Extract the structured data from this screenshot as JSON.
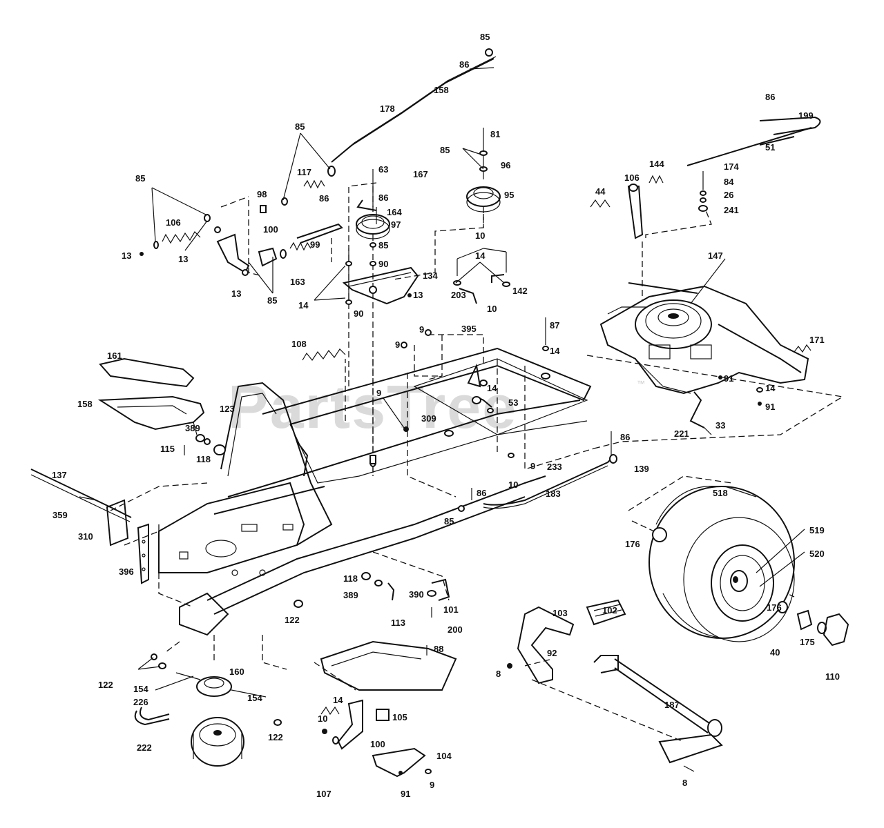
{
  "watermark": {
    "text": "PartsTree",
    "trademark": "™"
  },
  "callouts": [
    {
      "id": "c-85-a",
      "text": "85"
    },
    {
      "id": "c-86-a",
      "text": "86"
    },
    {
      "id": "c-158",
      "text": "158"
    },
    {
      "id": "c-178",
      "text": "178"
    },
    {
      "id": "c-85-b",
      "text": "85"
    },
    {
      "id": "c-117",
      "text": "117"
    },
    {
      "id": "c-85-c",
      "text": "85"
    },
    {
      "id": "c-106-a",
      "text": "106"
    },
    {
      "id": "c-13-a",
      "text": "13"
    },
    {
      "id": "c-13-b",
      "text": "13"
    },
    {
      "id": "c-98",
      "text": "98"
    },
    {
      "id": "c-100-a",
      "text": "100"
    },
    {
      "id": "c-85-d",
      "text": "85"
    },
    {
      "id": "c-13-c",
      "text": "13"
    },
    {
      "id": "c-163",
      "text": "163"
    },
    {
      "id": "c-86-b",
      "text": "86"
    },
    {
      "id": "c-99",
      "text": "99"
    },
    {
      "id": "c-63",
      "text": "63"
    },
    {
      "id": "c-167",
      "text": "167"
    },
    {
      "id": "c-86-c",
      "text": "86"
    },
    {
      "id": "c-164",
      "text": "164"
    },
    {
      "id": "c-97",
      "text": "97"
    },
    {
      "id": "c-85-e",
      "text": "85"
    },
    {
      "id": "c-90-a",
      "text": "90"
    },
    {
      "id": "c-134",
      "text": "134"
    },
    {
      "id": "c-13-d",
      "text": "13"
    },
    {
      "id": "c-90-b",
      "text": "90"
    },
    {
      "id": "c-14-a",
      "text": "14"
    },
    {
      "id": "c-81",
      "text": "81"
    },
    {
      "id": "c-85-f",
      "text": "85"
    },
    {
      "id": "c-96",
      "text": "96"
    },
    {
      "id": "c-95",
      "text": "95"
    },
    {
      "id": "c-10-a",
      "text": "10"
    },
    {
      "id": "c-14-b",
      "text": "14"
    },
    {
      "id": "c-142",
      "text": "142"
    },
    {
      "id": "c-203",
      "text": "203"
    },
    {
      "id": "c-86-d",
      "text": "86"
    },
    {
      "id": "c-199",
      "text": "199"
    },
    {
      "id": "c-51",
      "text": "51"
    },
    {
      "id": "c-144",
      "text": "144"
    },
    {
      "id": "c-174",
      "text": "174"
    },
    {
      "id": "c-84",
      "text": "84"
    },
    {
      "id": "c-26",
      "text": "26"
    },
    {
      "id": "c-241",
      "text": "241"
    },
    {
      "id": "c-44",
      "text": "44"
    },
    {
      "id": "c-106-b",
      "text": "106"
    },
    {
      "id": "c-147",
      "text": "147"
    },
    {
      "id": "c-171",
      "text": "171"
    },
    {
      "id": "c-108",
      "text": "108"
    },
    {
      "id": "c-9-a",
      "text": "9"
    },
    {
      "id": "c-9-b",
      "text": "9"
    },
    {
      "id": "c-395-a",
      "text": "395"
    },
    {
      "id": "c-10-b",
      "text": "10"
    },
    {
      "id": "c-87",
      "text": "87"
    },
    {
      "id": "c-14-c",
      "text": "14"
    },
    {
      "id": "c-14-d",
      "text": "14"
    },
    {
      "id": "c-53",
      "text": "53"
    },
    {
      "id": "c-91-a",
      "text": "91"
    },
    {
      "id": "c-14-e",
      "text": "14"
    },
    {
      "id": "c-91-b",
      "text": "91"
    },
    {
      "id": "c-161",
      "text": "161"
    },
    {
      "id": "c-158-b",
      "text": "158"
    },
    {
      "id": "c-123",
      "text": "123"
    },
    {
      "id": "c-389-a",
      "text": "389"
    },
    {
      "id": "c-115",
      "text": "115"
    },
    {
      "id": "c-118-a",
      "text": "118"
    },
    {
      "id": "c-9-c",
      "text": "9"
    },
    {
      "id": "c-309",
      "text": "309"
    },
    {
      "id": "c-221",
      "text": "221"
    },
    {
      "id": "c-33",
      "text": "33"
    },
    {
      "id": "c-86-e",
      "text": "86"
    },
    {
      "id": "c-139",
      "text": "139"
    },
    {
      "id": "c-9-d",
      "text": "9"
    },
    {
      "id": "c-233",
      "text": "233"
    },
    {
      "id": "c-10-c",
      "text": "10"
    },
    {
      "id": "c-183",
      "text": "183"
    },
    {
      "id": "c-137",
      "text": "137"
    },
    {
      "id": "c-359",
      "text": "359"
    },
    {
      "id": "c-310",
      "text": "310"
    },
    {
      "id": "c-396",
      "text": "396"
    },
    {
      "id": "c-86-f",
      "text": "86"
    },
    {
      "id": "c-85-g",
      "text": "85"
    },
    {
      "id": "c-518",
      "text": "518"
    },
    {
      "id": "c-519",
      "text": "519"
    },
    {
      "id": "c-176-a",
      "text": "176"
    },
    {
      "id": "c-520",
      "text": "520"
    },
    {
      "id": "c-118-b",
      "text": "118"
    },
    {
      "id": "c-389-b",
      "text": "389"
    },
    {
      "id": "c-390",
      "text": "390"
    },
    {
      "id": "c-101",
      "text": "101"
    },
    {
      "id": "c-113",
      "text": "113"
    },
    {
      "id": "c-200",
      "text": "200"
    },
    {
      "id": "c-122-a",
      "text": "122"
    },
    {
      "id": "c-176-b",
      "text": "176"
    },
    {
      "id": "c-103",
      "text": "103"
    },
    {
      "id": "c-102",
      "text": "102"
    },
    {
      "id": "c-40",
      "text": "40"
    },
    {
      "id": "c-175",
      "text": "175"
    },
    {
      "id": "c-110",
      "text": "110"
    },
    {
      "id": "c-92",
      "text": "92"
    },
    {
      "id": "c-88",
      "text": "88"
    },
    {
      "id": "c-8-a",
      "text": "8"
    },
    {
      "id": "c-122-b",
      "text": "122"
    },
    {
      "id": "c-160",
      "text": "160"
    },
    {
      "id": "c-154-a",
      "text": "154"
    },
    {
      "id": "c-226",
      "text": "226"
    },
    {
      "id": "c-154-b",
      "text": "154"
    },
    {
      "id": "c-187",
      "text": "187"
    },
    {
      "id": "c-10-d",
      "text": "10"
    },
    {
      "id": "c-14-f",
      "text": "14"
    },
    {
      "id": "c-105",
      "text": "105"
    },
    {
      "id": "c-122-c",
      "text": "122"
    },
    {
      "id": "c-100-b",
      "text": "100"
    },
    {
      "id": "c-222",
      "text": "222"
    },
    {
      "id": "c-104",
      "text": "104"
    },
    {
      "id": "c-107",
      "text": "107"
    },
    {
      "id": "c-91-c",
      "text": "91"
    },
    {
      "id": "c-9-e",
      "text": "9"
    },
    {
      "id": "c-8-b",
      "text": "8"
    }
  ]
}
